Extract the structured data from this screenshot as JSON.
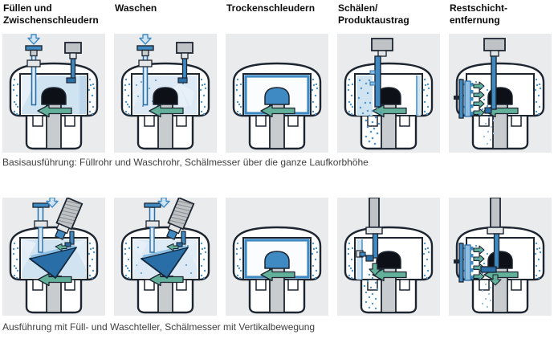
{
  "figure": {
    "columns": [
      {
        "id": "fuellen",
        "title_lines": [
          "Füllen und",
          "Zwischenschleudern"
        ]
      },
      {
        "id": "waschen",
        "title_lines": [
          "Waschen"
        ]
      },
      {
        "id": "trockenschleudern",
        "title_lines": [
          "Trockenschleudern"
        ]
      },
      {
        "id": "schaelen",
        "title_lines": [
          "Schälen/",
          "Produktaustrag"
        ]
      },
      {
        "id": "restschicht",
        "title_lines": [
          "Restschicht-",
          "entfernung"
        ]
      }
    ],
    "rows": [
      {
        "id": "basisausfuehrung",
        "caption": "Basisausführung: Füllrohr und Waschrohr, Schälmesser über die ganze Laufkorbhöhe",
        "panels": [
          {
            "column": "fuellen",
            "features": [
              "vessel",
              "annulus_dots",
              "liquid_filling",
              "hub",
              "rot_arrow",
              "fill_pipe",
              "fill_arrow",
              "wash_pipe"
            ]
          },
          {
            "column": "waschen",
            "features": [
              "vessel",
              "annulus_dots",
              "liquid_washing",
              "wash_spray",
              "hub",
              "rot_arrow",
              "fill_pipe",
              "fill_arrow",
              "wash_pipe"
            ]
          },
          {
            "column": "trockenschleudern",
            "features": [
              "vessel",
              "annulus_dots",
              "thin_layer",
              "hub_blue",
              "rot_arrow"
            ]
          },
          {
            "column": "schaelen",
            "features": [
              "vessel",
              "annulus_dots",
              "layer_left_dots",
              "layer_right_thin",
              "hub",
              "rot_arrow",
              "falling_dots",
              "scraper_box_p4",
              "scraper_knife"
            ]
          },
          {
            "column": "restschicht",
            "features": [
              "vessel",
              "annulus_dots",
              "hub",
              "rot_arrow",
              "nozzle_bar",
              "nozzle_arrows",
              "scraper_box_p5",
              "rod_blue",
              "falling_dots_small"
            ]
          }
        ]
      },
      {
        "id": "teller",
        "caption": "Ausführung mit Füll- und Waschteller, Schälmesser mit Vertikalbewegung",
        "panels": [
          {
            "column": "fuellen",
            "features": [
              "vessel",
              "annulus_dots",
              "liquid_filling2",
              "shaft_only",
              "rot_arrow_low",
              "teller_sprays",
              "teller_cone",
              "teller_pipe",
              "fill_arrow_center",
              "teller_motor",
              "teller_wash_stub",
              "teller_green_arrow"
            ]
          },
          {
            "column": "waschen",
            "features": [
              "vessel",
              "annulus_dots",
              "liquid_washing2",
              "shaft_only",
              "rot_arrow_low",
              "teller_sprays",
              "teller_cone",
              "teller_pipe",
              "fill_arrow_center",
              "teller_motor",
              "teller_wash_stub",
              "teller_green_arrow"
            ]
          },
          {
            "column": "trockenschleudern",
            "features": [
              "vessel",
              "annulus_dots",
              "thin_layer",
              "hub_blue",
              "rot_arrow"
            ]
          },
          {
            "column": "schaelen",
            "features": [
              "vessel",
              "annulus_dots",
              "layer_left_thin",
              "hub",
              "rot_arrow",
              "falling_dots2",
              "rod_long_p4",
              "knife_vert",
              "wall_bracket",
              "green_down_arrow"
            ]
          },
          {
            "column": "restschicht",
            "features": [
              "vessel",
              "annulus_dots",
              "hub",
              "rot_arrow",
              "nozzle_bar",
              "nozzle_arrows",
              "rod_long_p5",
              "knife_L",
              "green_down_arrow_small",
              "falling_dots_small2"
            ]
          }
        ]
      }
    ]
  },
  "icons": {
    "fill_arrow": "feed-down-arrow-icon",
    "fill_arrow_center": "feed-down-arrow-icon",
    "rot_arrow": "rotation-arrow-icon",
    "rot_arrow_low": "rotation-arrow-icon",
    "nozzle_arrows": "spray-jet-arrows-icon",
    "green_down_arrow": "vertical-motion-arrow-icon",
    "green_down_arrow_small": "vertical-motion-arrow-icon",
    "teller_green_arrow": "distribution-arrow-icon",
    "fill_pipe": "fill-pipe-icon",
    "wash_pipe": "wash-pipe-icon",
    "scraper_knife": "peeler-knife-icon",
    "knife_vert": "peeler-knife-icon",
    "knife_L": "peeler-knife-icon",
    "nozzle_bar": "residue-nozzle-bar-icon",
    "teller_cone": "fill-plate-cone-icon",
    "teller_motor": "tilted-drive-motor-icon",
    "hub": "basket-hub-icon",
    "hub_blue": "basket-hub-icon",
    "falling_dots": "product-discharge-dots",
    "falling_dots2": "product-discharge-dots",
    "falling_dots_small": "product-discharge-dots",
    "falling_dots_small2": "product-discharge-dots"
  },
  "colors": {
    "panel_bg": "#e9ebec",
    "outline": "#1d2531",
    "blue": "#3f8ac3",
    "blue_dark": "#2a6ea8",
    "blue_light": "#8fc0e4",
    "liquid": "#cfe3f1",
    "liquid_pale": "#e7f0f8",
    "liquid_wash": "#ddeaf5",
    "dot": "#4f95cc",
    "dot_pale": "#9cc3e0",
    "green": "#63b09a",
    "machine_grey": "#c0c3c5",
    "machine_grey_light": "#e3e5e7",
    "shaft_grey": "#c9ccce",
    "hub_black": "#0d1117",
    "white": "#ffffff"
  }
}
